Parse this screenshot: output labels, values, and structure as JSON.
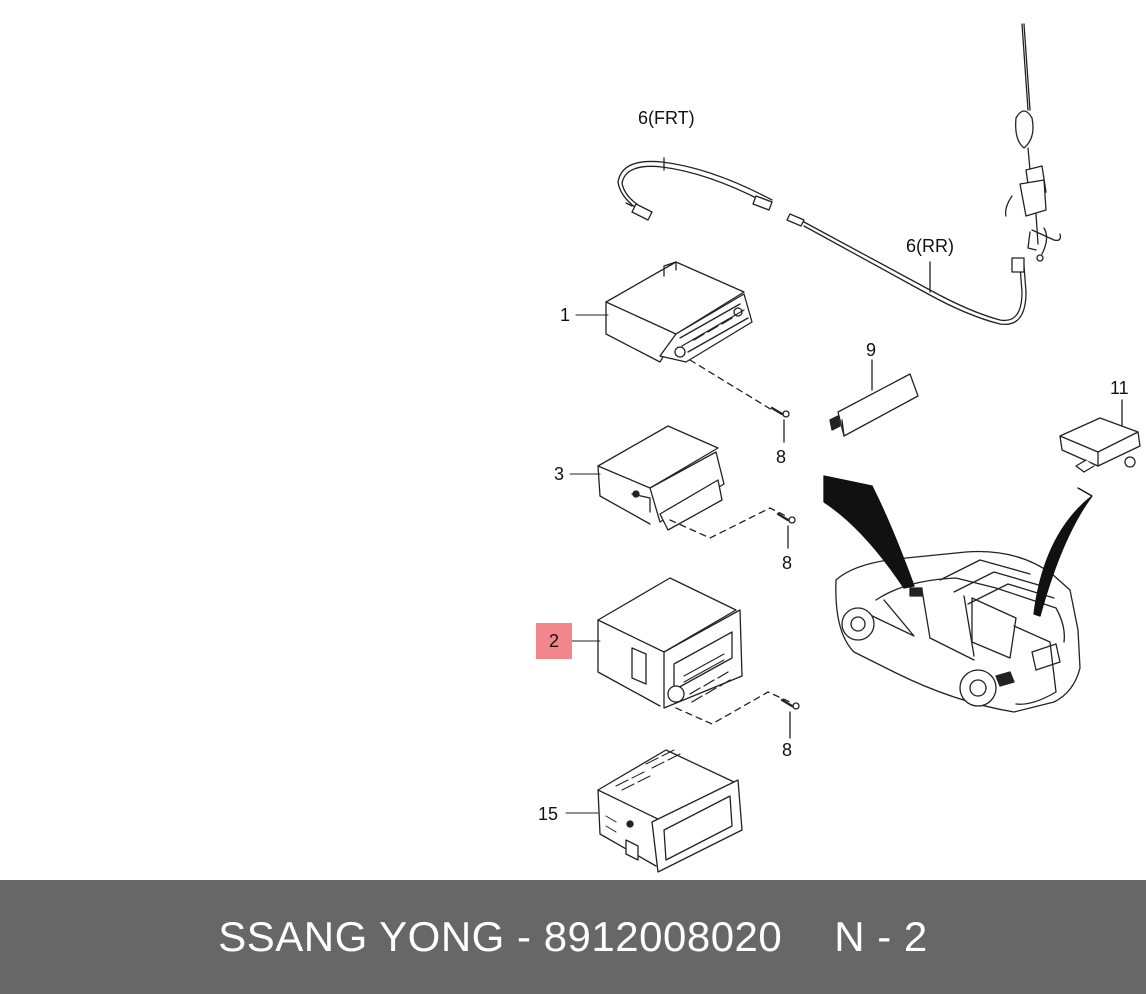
{
  "callouts": {
    "c1": "1",
    "c2": "2",
    "c3": "3",
    "c6frt": "6(FRT)",
    "c6rr": "6(RR)",
    "c8a": "8",
    "c8b": "8",
    "c8c": "8",
    "c9": "9",
    "c11": "11",
    "c15": "15"
  },
  "colors": {
    "highlight": "#f2868a",
    "footer_bg": "#676767",
    "footer_text": "#ffffff"
  },
  "footer": {
    "brand": "SSANG YONG",
    "separator": "-",
    "part_number": "8912008020",
    "ref": "N - 2"
  }
}
